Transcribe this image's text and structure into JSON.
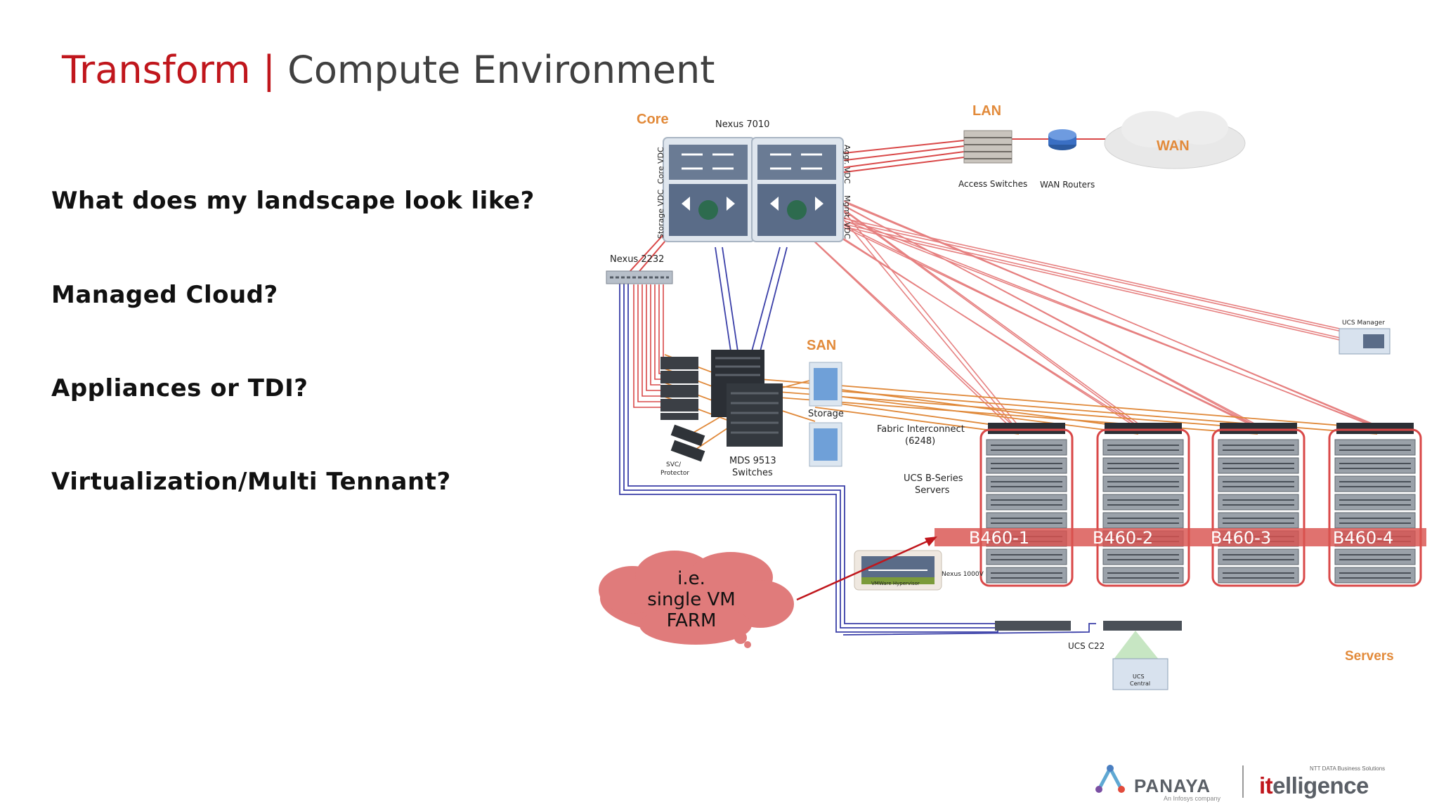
{
  "slide": {
    "title_part1": "Transform",
    "title_separator": "|",
    "title_part2": "Compute Environment"
  },
  "questions": [
    "What does my landscape look like?",
    "Managed Cloud?",
    "Appliances or TDI?",
    "Virtualization/Multi Tennant?"
  ],
  "diagram": {
    "core_label": "Core",
    "nexus7010": "Nexus 7010",
    "core_vdc": "Core VDC",
    "storage_vdc": "Storage VDC",
    "aggr_vdc": "Aggr. VDC",
    "mgmt_vdc": "Mgmt. VDC",
    "lan_label": "LAN",
    "wan_label": "WAN",
    "access_switches": "Access Switches",
    "wan_routers": "WAN Routers",
    "nexus2232": "Nexus 2232",
    "san_label": "SAN",
    "storage": "Storage",
    "mds_line1": "MDS 9513",
    "mds_line2": "Switches",
    "svc_line1": "SVC/",
    "svc_line2": "Protector",
    "fabric_line1": "Fabric Interconnect",
    "fabric_line2": "(6248)",
    "ucsb_line1": "UCS B-Series",
    "ucsb_line2": "Servers",
    "ucs_manager": "UCS Manager",
    "nexus1000v": "Nexus 1000V",
    "vmware": "VMWare Hypervisor",
    "ucs_c22": "UCS C22",
    "ucs_central_line1": "UCS",
    "ucs_central_line2": "Central",
    "servers_label": "Servers",
    "racks": [
      "B460-1",
      "B460-2",
      "B460-3",
      "B460-4"
    ]
  },
  "callout": {
    "line1": "i.e.",
    "line2": "single VM",
    "line3": "FARM"
  },
  "logos": {
    "panaya": "PANAYA",
    "panaya_sub": "An Infosys company",
    "itel_prefix": "it",
    "itel_rest": "elligence",
    "itel_sub": "NTT DATA Business Solutions"
  },
  "colors": {
    "title_red": "#c0161c",
    "title_gray": "#404040",
    "link_red": "#e05a5a",
    "link_orange": "#e0893a",
    "link_blue": "#3a3fa8",
    "rack_band": "#d9534f",
    "callout_fill": "#e07b7b"
  }
}
